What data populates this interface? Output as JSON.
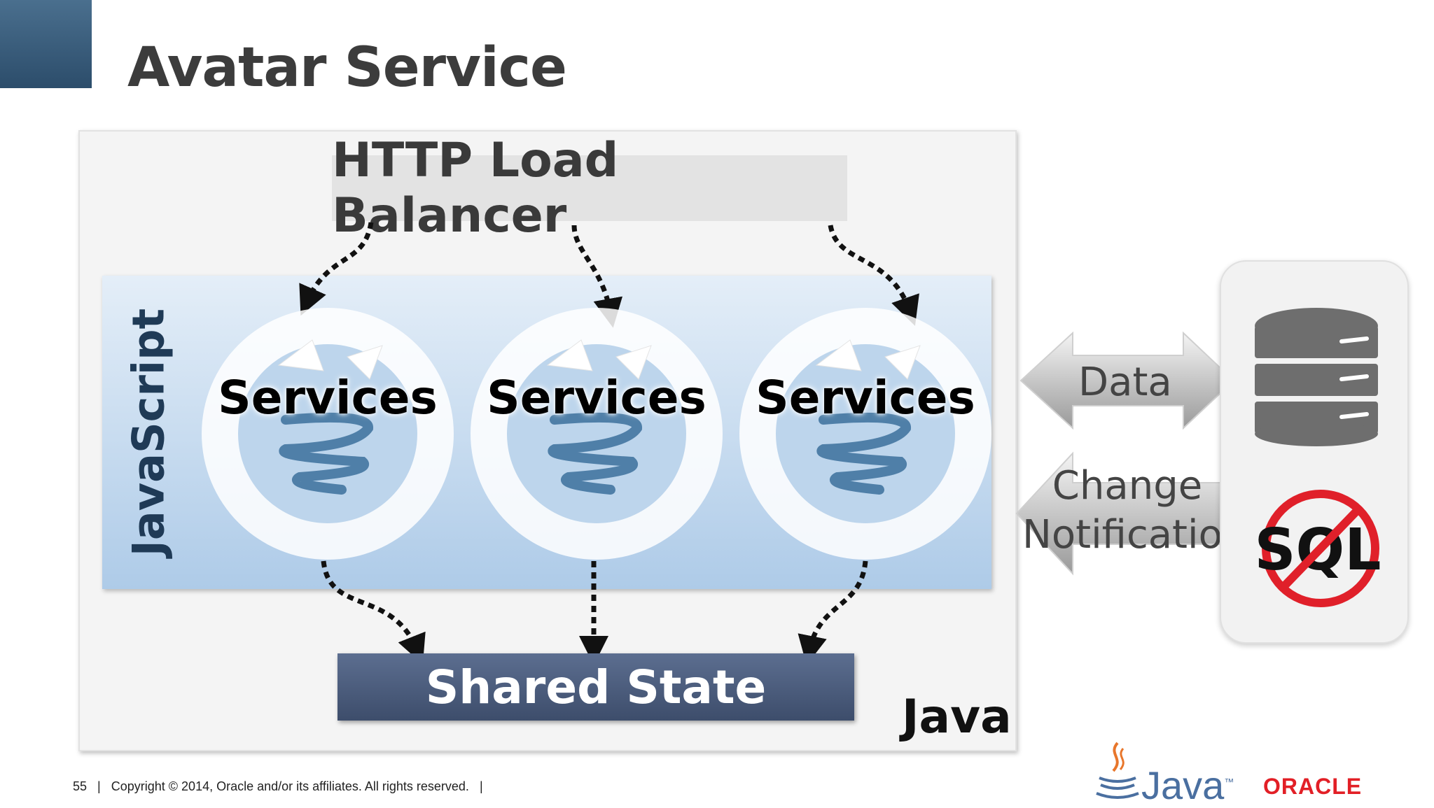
{
  "slide": {
    "title": "Avatar Service",
    "load_balancer": "HTTP Load Balancer",
    "javascript_label": "JavaScript",
    "services": [
      "Services",
      "Services",
      "Services"
    ],
    "shared_state": "Shared State",
    "java_label": "Java",
    "data_arrow": "Data",
    "change_arrow": "Change\nNotification",
    "database_icon": "database-icon",
    "no_sql_icon": "no-sql-icon",
    "sql_text": "SQL"
  },
  "footer": {
    "page_number": "55",
    "copyright": "Copyright © 2014, Oracle and/or its affiliates. All rights reserved."
  },
  "logos": {
    "java": "Java",
    "java_tm": "™",
    "oracle": "ORACLE"
  },
  "colors": {
    "accent_blue": "#2c4d6b",
    "js_panel": "#aecbe8",
    "shared_state": "#4a5a7a",
    "spring": "#4f7fa8",
    "oracle_red": "#e21f26",
    "no_sign_red": "#e0202a"
  }
}
